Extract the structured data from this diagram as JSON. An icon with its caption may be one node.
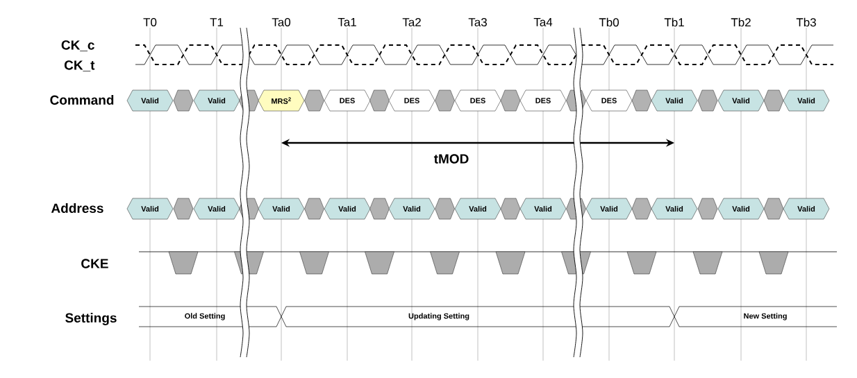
{
  "diagram": {
    "nodes": [
      {
        "text": [
          "Valid"
        ]
      },
      {
        "text": [],
        "shape": "hexagon"
      },
      {
        "text": [
          "Valid"
        ]
      },
      {
        "text": [],
        "shape": "hexagon"
      },
      {
        "text": [
          "MRS$^{2}$"
        ]
      },
      {
        "text": [],
        "shape": "hexagon"
      },
      {
        "text": [
          "DES"
        ]
      },
      {
        "text": [],
        "shape": "hexagon"
      },
      {
        "text": [
          "DES"
        ]
      },
      {
        "text": [],
        "shape": "hexagon"
      },
      {
        "text": [
          "DES"
        ]
      },
      {
        "text": [],
        "shape": "hexagon"
      },
      {
        "text": [
          "DES"
        ]
      },
      {
        "text": [],
        "shape": "hexagon"
      },
      {
        "text": [
          "DES"
        ]
      },
      {
        "text": [],
        "shape": "hexagon"
      },
      {
        "text": [
          "Valid"
        ]
      },
      {
        "text": [],
        "shape": "hexagon"
      },
      {
        "text": [
          "Valid"
        ]
      },
      {
        "text": [],
        "shape": "hexagon"
      },
      {
        "text": [
          "Valid"
        ]
      },
      {
        "text": [
          "Valid"
        ]
      },
      {
        "text": [],
        "shape": "hexagon"
      },
      {
        "text": [
          "Valid"
        ]
      },
      {
        "text": [],
        "shape": "hexagon"
      },
      {
        "text": [
          "Valid"
        ]
      },
      {
        "text": [],
        "shape": "hexagon"
      },
      {
        "text": [
          "Valid"
        ]
      },
      {
        "text": [],
        "shape": "hexagon"
      },
      {
        "text": [
          "Valid"
        ]
      },
      {
        "text": [],
        "shape": "hexagon"
      },
      {
        "text": [
          "Valid"
        ]
      },
      {
        "text": [],
        "shape": "hexagon"
      },
      {
        "text": [
          "Valid"
        ]
      },
      {
        "text": [],
        "shape": "hexagon"
      },
      {
        "text": [
          "Valid"
        ]
      },
      {
        "text": [],
        "shape": "hexagon"
      },
      {
        "text": [
          "Valid"
        ]
      },
      {
        "text": [],
        "shape": "hexagon"
      },
      {
        "text": [
          "Valid"
        ]
      },
      {
        "text": [],
        "shape": "hexagon"
      },
      {
        "text": [
          "Valid"
        ]
      },
      {
        "text": [
          "Old Setting"
        ]
      },
      {
        "text": [
          "Updating Setting"
        ]
      },
      {
        "text": [
          "New Setting"
        ]
      }
    ],
    "labels": [
      "T0",
      "T1",
      "Ta0",
      "Ta1",
      "Ta2",
      "Ta3",
      "Ta4",
      "Tb0",
      "Tb1",
      "Tb2",
      "Tb3",
      "CK_c",
      "CK_t",
      "Command",
      "tMOD",
      "Address",
      "CKE",
      "Settings"
    ]
  }
}
